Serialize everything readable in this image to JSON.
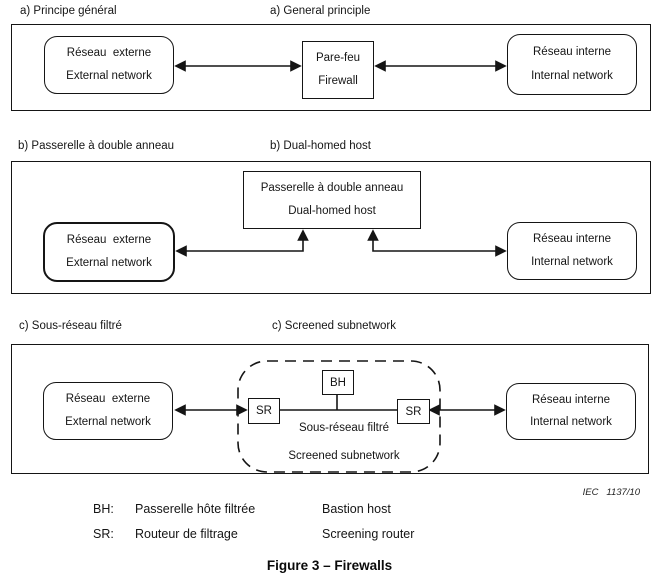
{
  "colors": {
    "ink": "#151515",
    "background": "#ffffff"
  },
  "panels": {
    "a": {
      "label_fr": "a) Principe général",
      "label_en": "a) General principle",
      "external": {
        "fr": "Réseau  externe",
        "en": "External network"
      },
      "firewall": {
        "fr": "Pare-feu",
        "en": "Firewall"
      },
      "internal": {
        "fr": "Réseau interne",
        "en": "Internal network"
      }
    },
    "b": {
      "label_fr": "b) Passerelle à double anneau",
      "label_en": "b) Dual-homed host",
      "host": {
        "fr": "Passerelle à double anneau",
        "en": "Dual-homed host"
      },
      "external": {
        "fr": "Réseau  externe",
        "en": "External network"
      },
      "internal": {
        "fr": "Réseau interne",
        "en": "Internal network"
      }
    },
    "c": {
      "label_fr": "c) Sous-réseau filtré",
      "label_en": "c) Screened subnetwork",
      "bh": "BH",
      "sr_left": "SR",
      "sr_right": "SR",
      "subnet": {
        "fr": "Sous-réseau filtré",
        "en": "Screened subnetwork"
      },
      "external": {
        "fr": "Réseau  externe",
        "en": "External network"
      },
      "internal": {
        "fr": "Réseau interne",
        "en": "Internal network"
      }
    }
  },
  "iec_ref": "IEC   1137/10",
  "legend": {
    "rows": [
      {
        "abbr": "BH:",
        "fr": "Passerelle hôte filtrée",
        "en": "Bastion host"
      },
      {
        "abbr": "SR:",
        "fr": "Routeur de filtrage",
        "en": "Screening router"
      }
    ]
  },
  "caption": "Figure 3 – Firewalls"
}
